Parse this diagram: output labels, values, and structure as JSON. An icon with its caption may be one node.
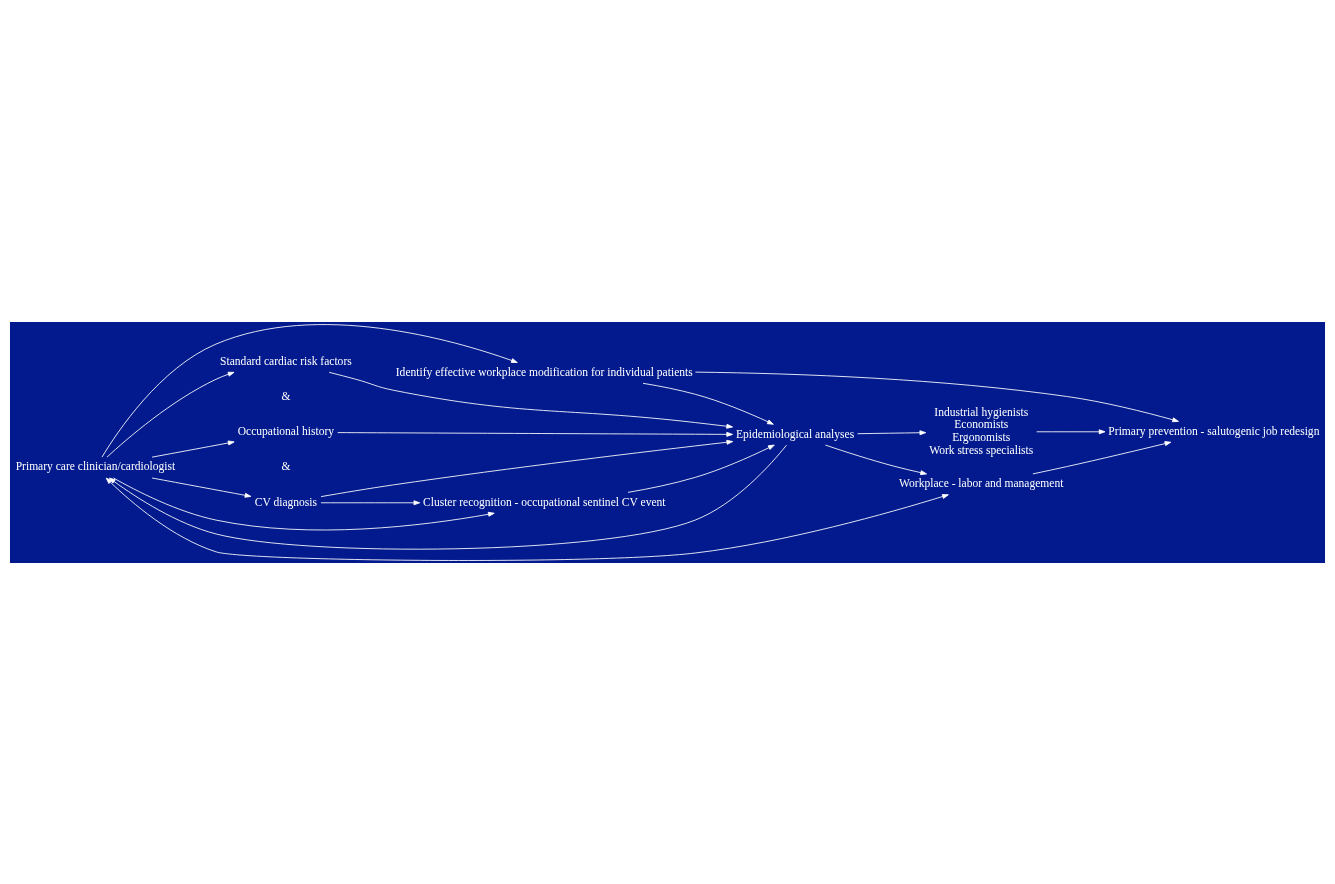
{
  "diagram": {
    "nodes": [
      {
        "text": [
          "Primary care clinician/cardiologist"
        ]
      },
      {
        "text": [
          "Standard cardiac risk factors"
        ]
      },
      {
        "text": [
          "Occupational history"
        ]
      },
      {
        "text": [
          "CV diagnosis"
        ]
      },
      {
        "text": [
          "Cluster recognition - occupational sentinel CV event"
        ]
      },
      {
        "text": [
          "Identify effective workplace modification for individual patients"
        ]
      },
      {
        "text": [
          "Epidemiological analyses"
        ]
      },
      {
        "text": [
          "Industrial hygienists",
          "Economists",
          "Ergonomists",
          "Work stress specialists"
        ]
      },
      {
        "text": [
          "Workplace - labor and management"
        ]
      },
      {
        "text": [
          "Primary prevention - salutogenic job redesign"
        ]
      }
    ],
    "edges": [
      {
        "from": 0,
        "to": 1,
        "arrow": "to"
      },
      {
        "from": 0,
        "to": 2,
        "arrow": "to"
      },
      {
        "from": 0,
        "to": 3,
        "arrow": "to"
      },
      {
        "from": 0,
        "to": 4,
        "arrow": "to"
      },
      {
        "from": 0,
        "to": 5,
        "arrow": "to"
      },
      {
        "from": 3,
        "to": 4,
        "arrow": "to"
      },
      {
        "from": 1,
        "to": 6,
        "arrow": "to"
      },
      {
        "from": 2,
        "to": 6,
        "arrow": "to"
      },
      {
        "from": 3,
        "to": 6,
        "arrow": "to"
      },
      {
        "from": 4,
        "to": 6,
        "arrow": "to"
      },
      {
        "from": 5,
        "to": 6,
        "arrow": "to"
      },
      {
        "from": 6,
        "to": 0,
        "arrow": "to"
      },
      {
        "from": 0,
        "to": 8,
        "arrow": "both"
      },
      {
        "from": 6,
        "to": 7,
        "arrow": "to"
      },
      {
        "from": 6,
        "to": 8,
        "arrow": "to"
      },
      {
        "from": 7,
        "to": 9,
        "arrow": "to"
      },
      {
        "from": 8,
        "to": 9,
        "arrow": "to"
      },
      {
        "from": 5,
        "to": 9,
        "arrow": "to"
      }
    ],
    "labels": [
      "&",
      "&"
    ]
  }
}
